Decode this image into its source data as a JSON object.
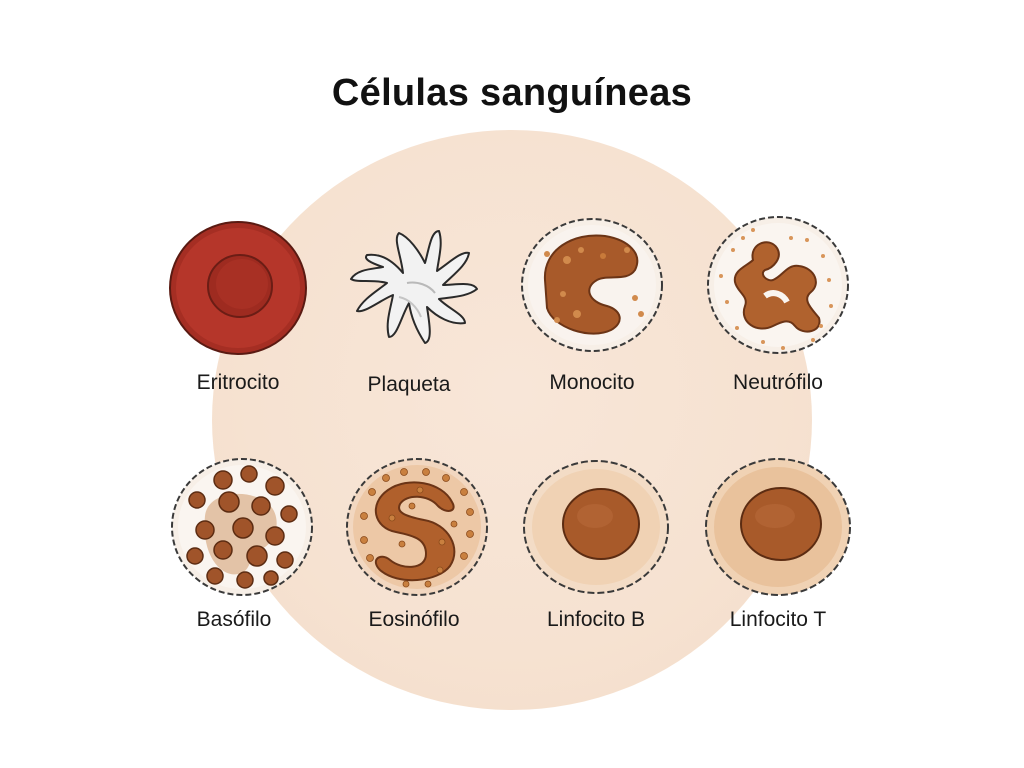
{
  "title": "Células sanguíneas",
  "cells": [
    {
      "label": "Eritrocito",
      "icon": "erythrocyte-icon"
    },
    {
      "label": "Plaqueta",
      "icon": "platelet-icon"
    },
    {
      "label": "Monocito",
      "icon": "monocyte-icon"
    },
    {
      "label": "Neutrófilo",
      "icon": "neutrophil-icon"
    },
    {
      "label": "Basófilo",
      "icon": "basophil-icon"
    },
    {
      "label": "Eosinófilo",
      "icon": "eosinophil-icon"
    },
    {
      "label": "Linfocito B",
      "icon": "b-lymphocyte-icon"
    },
    {
      "label": "Linfocito T",
      "icon": "t-lymphocyte-icon"
    }
  ],
  "colors": {
    "background_disc": "#f6e2d1",
    "erythrocyte": "#b5362a",
    "nucleus": "#a85a2a",
    "granule": "#c9803f",
    "cytoplasm_light": "#f7efe7",
    "lymphocyte_cytoplasm": "#f0d2b4"
  }
}
